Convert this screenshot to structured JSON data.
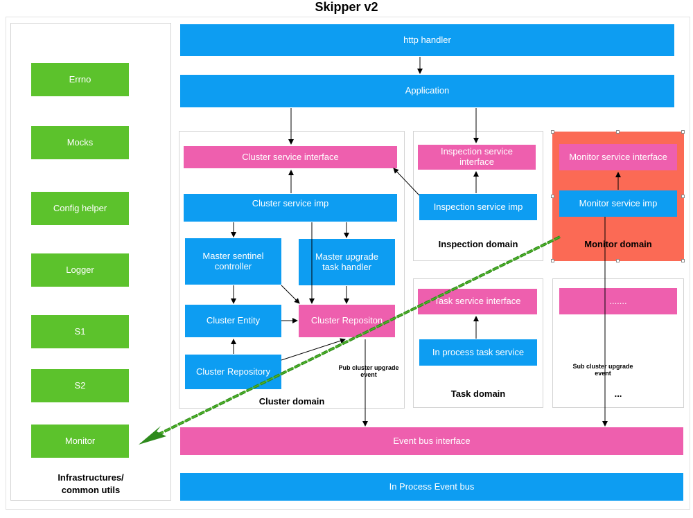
{
  "title": "Skipper v2",
  "left_column": {
    "items": [
      "Errno",
      "Mocks",
      "Config helper",
      "Logger",
      "S1",
      "S2",
      "Monitor"
    ],
    "caption_line1": "Infrastructures/",
    "caption_line2": "common utils"
  },
  "top": {
    "http_handler": "http handler",
    "application": "Application"
  },
  "cluster_domain": {
    "service_interface": "Cluster service interface",
    "service_imp": "Cluster service imp",
    "master_sentinel": "Master sentinel controller",
    "master_upgrade": "Master upgrade task handler",
    "entity": "Cluster Entity",
    "reposito": "Cluster Repositon",
    "repository": "Cluster Repository",
    "label": "Cluster domain"
  },
  "inspection_domain": {
    "service_interface": "Inspection service interface",
    "service_imp": "Inspection service imp",
    "label": "Inspection domain"
  },
  "monitor_domain": {
    "service_interface": "Monitor service interface",
    "service_imp": "Monitor service imp",
    "label": "Monitor domain"
  },
  "task_domain": {
    "service_interface": "Task service interface",
    "in_process": "In process task service",
    "label": "Task domain"
  },
  "other_domain": {
    "placeholder": ".......",
    "label": "..."
  },
  "annotations": {
    "pub_event": "Pub cluster upgrade event",
    "sub_event": "Sub cluster upgrade event"
  },
  "bottom": {
    "event_bus_interface": "Event bus interface",
    "in_process_bus": "In Process Event bus"
  },
  "colors": {
    "blue": "#0d9df2",
    "pink": "#ee5fae",
    "green": "#5cc22c",
    "monitor_bg": "#fb6a55",
    "arrow_green": "#2e8a1c"
  }
}
